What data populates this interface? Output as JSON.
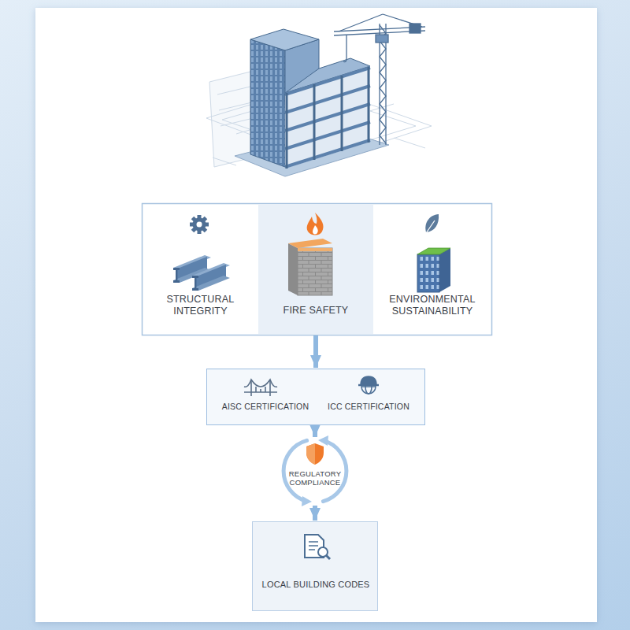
{
  "diagram": {
    "nodes": [
      {
        "text": [
          "STRUCTURAL INTEGRITY"
        ]
      },
      {
        "text": [
          "FIRE SAFETY"
        ]
      },
      {
        "text": [
          "ENVIRONMENTAL SUSTAINABILITY"
        ]
      },
      {
        "text": [
          "AISC CERTIFICATION",
          "ICC CERTIFICATION"
        ]
      },
      {
        "text": [
          "REGULATORY COMPLIANCE"
        ]
      },
      {
        "text": [
          "LOCAL BUILDING CODES"
        ]
      }
    ],
    "edges": [
      {
        "from": 1,
        "to": 3,
        "arrow": "to"
      },
      {
        "from": 3,
        "to": 4,
        "arrow": "to"
      },
      {
        "from": 4,
        "to": 5,
        "arrow": "to"
      }
    ]
  }
}
